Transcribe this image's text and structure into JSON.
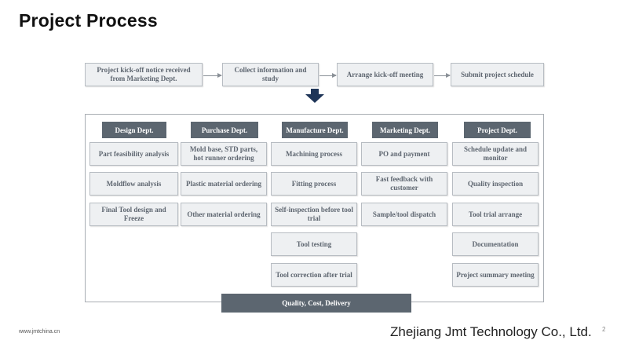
{
  "title": "Project Process",
  "top_flow": {
    "steps": [
      "Project kick-off notice received from Marketing Dept.",
      "Collect information and study",
      "Arrange kick-off meeting",
      "Submit project schedule"
    ]
  },
  "departments": [
    {
      "name": "Design Dept.",
      "tasks": [
        "Part feasibility analysis",
        "Moldflow analysis",
        "Final Tool design and Freeze"
      ]
    },
    {
      "name": "Purchase Dept.",
      "tasks": [
        "Mold base, STD parts, hot runner ordering",
        "Plastic material ordering",
        "Other material ordering"
      ]
    },
    {
      "name": "Manufacture Dept.",
      "tasks": [
        "Machining process",
        "Fitting process",
        "Self-inspection before tool trial",
        "Tool testing",
        "Tool correction after trial"
      ]
    },
    {
      "name": "Marketing Dept.",
      "tasks": [
        "PO and payment",
        "Fast feedback with customer",
        "Sample/tool dispatch"
      ]
    },
    {
      "name": "Project Dept.",
      "tasks": [
        "Schedule update and monitor",
        "Quality inspection",
        "Tool trial arrange",
        "Documentation",
        "Project summary meeting"
      ]
    }
  ],
  "bottom_bar": "Quality, Cost, Delivery",
  "footer": {
    "website": "www.jmtchina.cn",
    "company": "Zhejiang Jmt Technology Co., Ltd.",
    "page_number": "2"
  },
  "colors": {
    "dept_header": "#5c6670",
    "box_fill": "#eef0f2",
    "box_border": "#b7bcc2",
    "down_arrow": "#1f3558"
  }
}
